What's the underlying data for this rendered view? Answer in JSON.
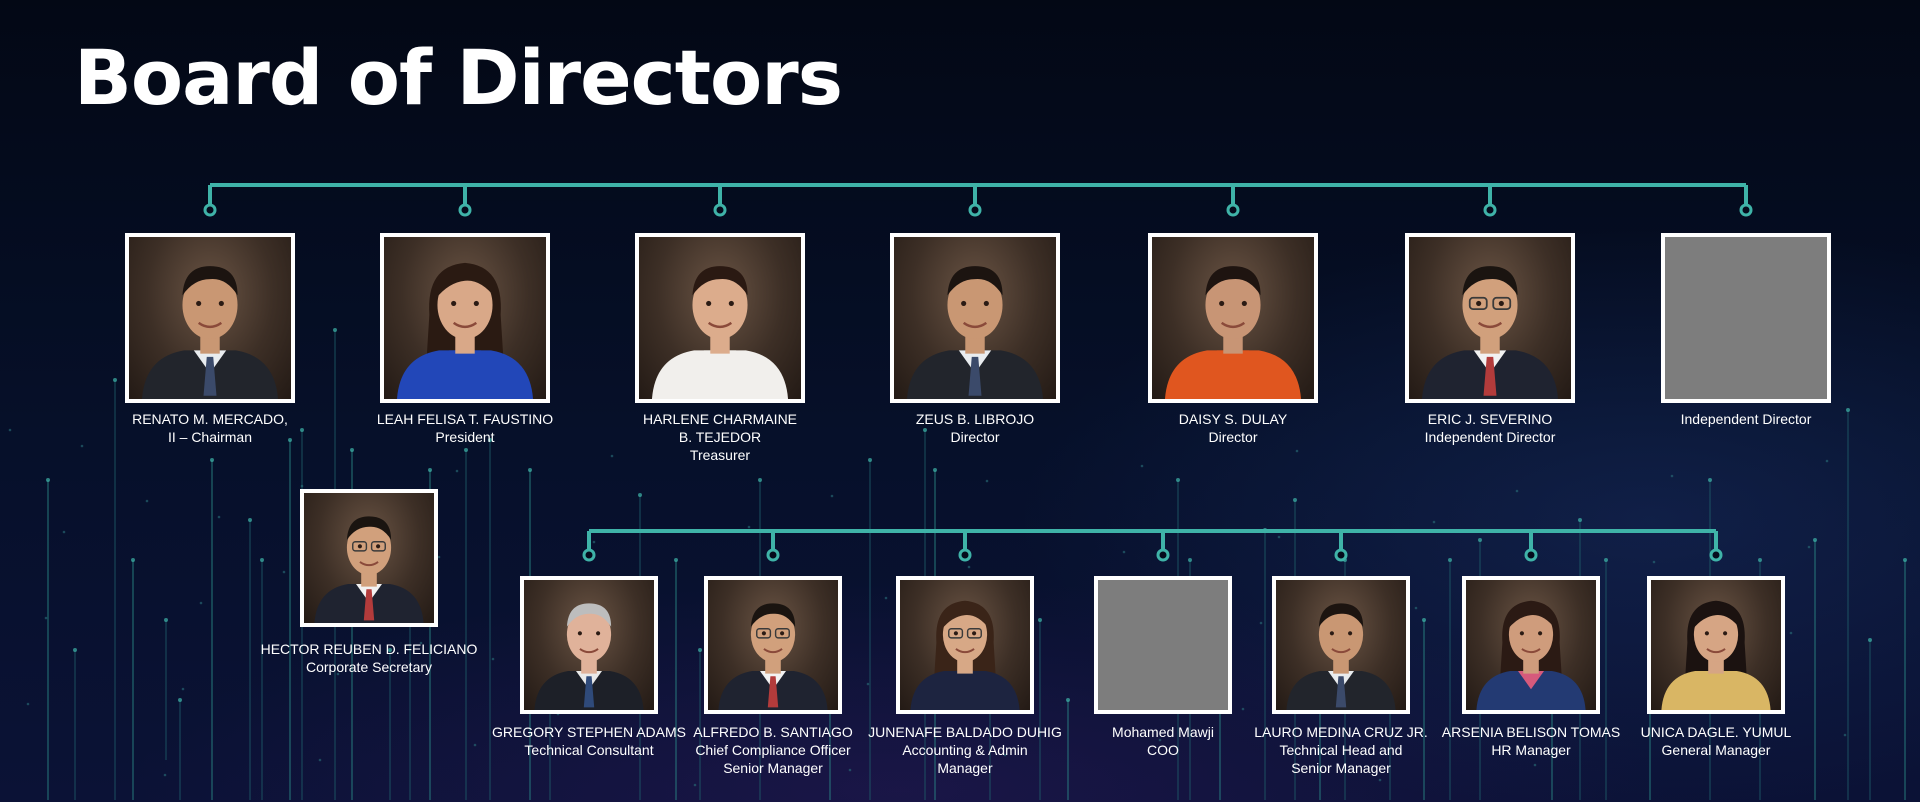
{
  "title": "Board of Directors",
  "colors": {
    "connector": "#3fb3a8",
    "background": "#050b1c",
    "frame": "#ffffff",
    "placeholder": "#7d7d7d"
  },
  "board": [
    {
      "lines": [
        "RENATO M. MERCADO,",
        "II – Chairman"
      ],
      "photo": "portrait-man-suit"
    },
    {
      "lines": [
        "LEAH FELISA T. FAUSTINO",
        "President"
      ],
      "photo": "portrait-woman-blue"
    },
    {
      "lines": [
        "HARLENE CHARMAINE",
        "B. TEJEDOR",
        "Treasurer"
      ],
      "photo": "portrait-woman-white"
    },
    {
      "lines": [
        "ZEUS B. LIBROJO",
        "Director"
      ],
      "photo": "portrait-man-suit"
    },
    {
      "lines": [
        "DAISY S. DULAY",
        "Director"
      ],
      "photo": "portrait-woman-orange"
    },
    {
      "lines": [
        "ERIC J. SEVERINO",
        "Independent Director"
      ],
      "photo": "portrait-man-glasses"
    },
    {
      "lines": [
        "Independent Director"
      ],
      "photo": "placeholder"
    }
  ],
  "secretary": {
    "lines": [
      "HECTOR REUBEN D. FELICIANO",
      "Corporate Secretary"
    ],
    "photo": "portrait-man-glasses"
  },
  "management": [
    {
      "lines": [
        "GREGORY STEPHEN ADAMS",
        "Technical Consultant"
      ],
      "photo": "portrait-man-older"
    },
    {
      "lines": [
        "ALFREDO B. SANTIAGO",
        "Chief Compliance Officer",
        "Senior Manager"
      ],
      "photo": "portrait-man-glasses"
    },
    {
      "lines": [
        "JUNENAFE BALDADO DUHIG",
        "Accounting & Admin",
        "Manager"
      ],
      "photo": "portrait-woman-glasses"
    },
    {
      "lines": [
        "Mohamed Mawji",
        "COO"
      ],
      "photo": "placeholder"
    },
    {
      "lines": [
        "LAURO MEDINA CRUZ JR.",
        "Technical Head and",
        "Senior Manager"
      ],
      "photo": "portrait-man-suit"
    },
    {
      "lines": [
        "ARSENIA BELISON TOMAS",
        "HR Manager"
      ],
      "photo": "portrait-woman-navy"
    },
    {
      "lines": [
        "UNICA DAGLE. YUMUL",
        "General Manager"
      ],
      "photo": "portrait-woman-yellow"
    }
  ]
}
